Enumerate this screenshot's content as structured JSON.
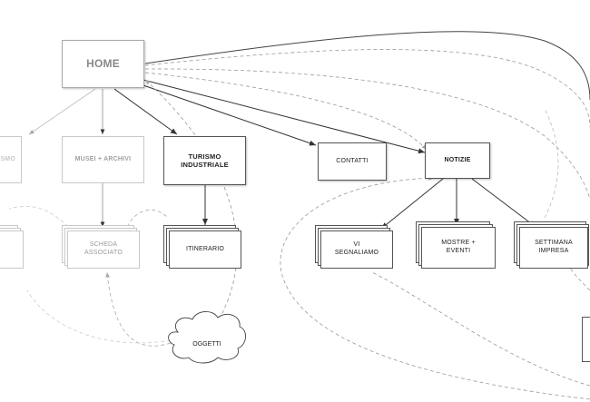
{
  "diagram": {
    "nodes": {
      "home": "HOME",
      "turismo_partial": "TURISMO",
      "musei_archivi": "MUSEI + ARCHIVI",
      "turismo_industriale": "TURISMO\nINDUSTRIALE",
      "contatti": "CONTATTI",
      "notizie": "NOTIZIE",
      "scheda_associato": "SCHEDA\nASSOCIATO",
      "itinerario": "ITINERARIO",
      "vi_segnaliamo": "VI\nSEGNALIAMO",
      "mostre_eventi": "MOSTRE +\nEVENTI",
      "settimana_impresa": "SETTIMANA\nIMPRESA",
      "oggetti": "OGGETTI"
    }
  }
}
